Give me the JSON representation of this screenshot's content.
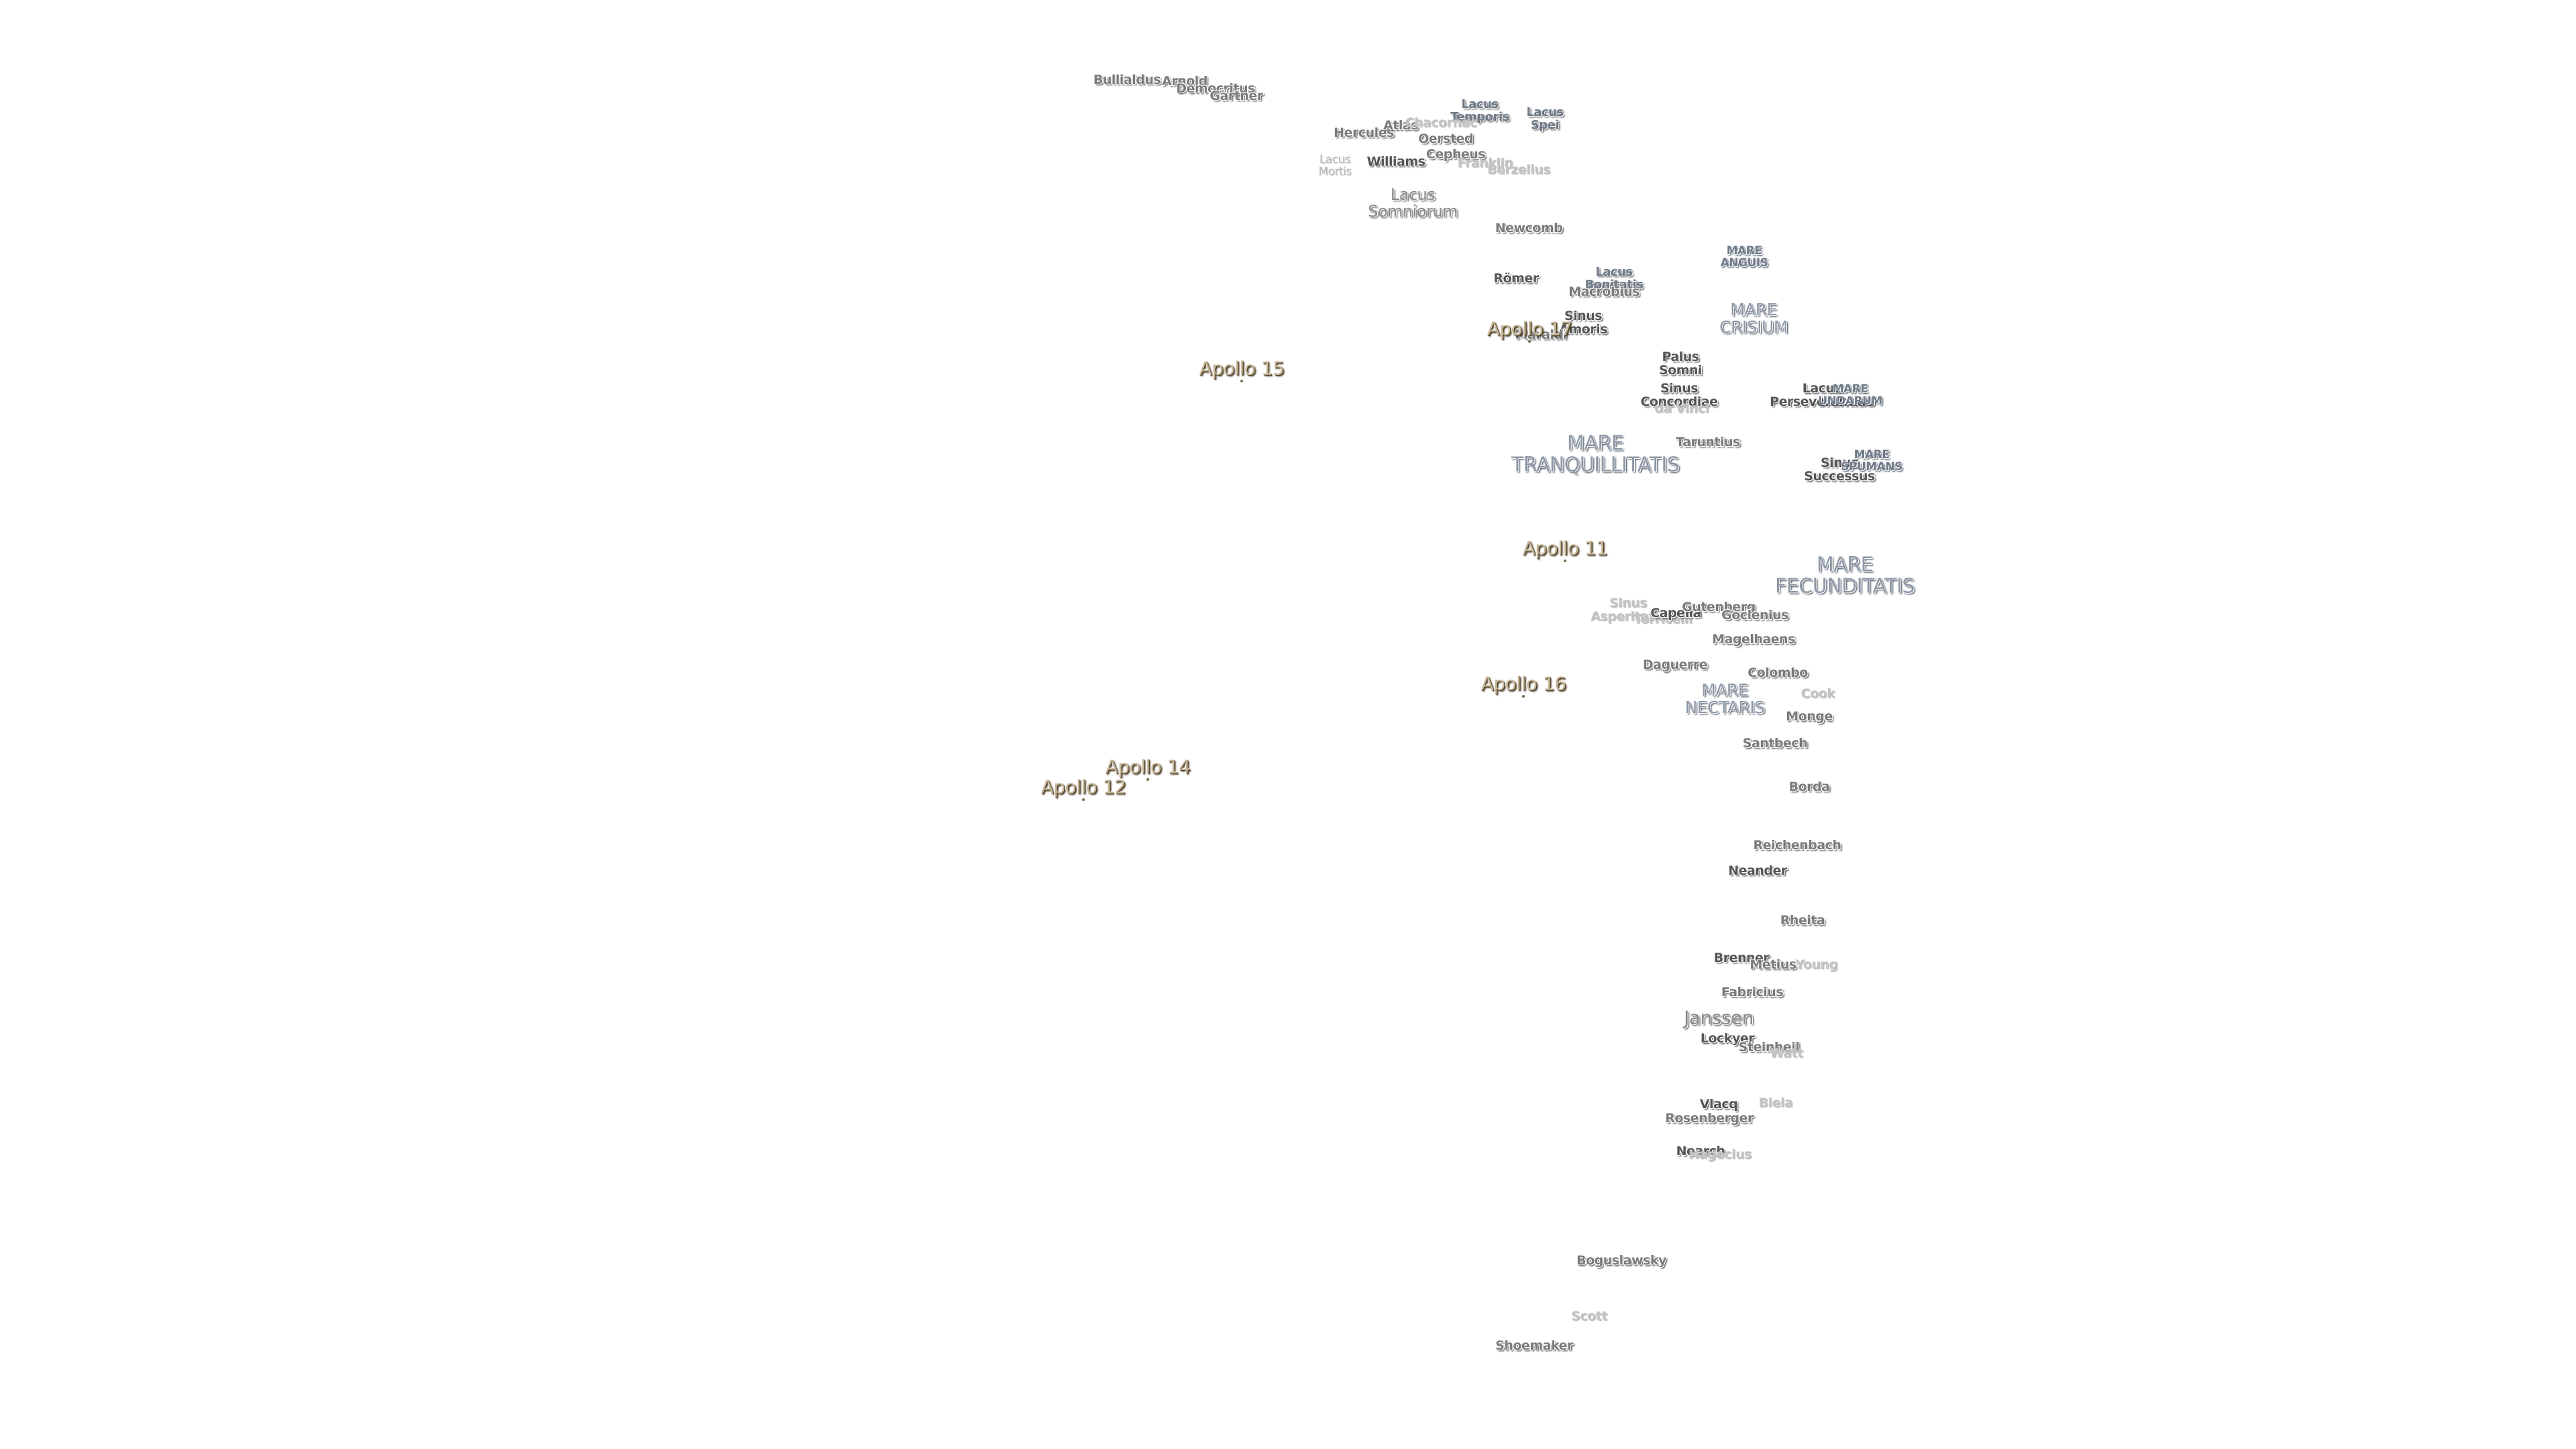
{
  "labels": {
    "bullialdus": "Bullialdus",
    "arnold": "Arnold",
    "democritus": "Democritus",
    "gartner": "Gärtner",
    "lacus_temporis": "Lacus\nTemporis",
    "lacus_spei": "Lacus\nSpei",
    "hercules": "Hercules",
    "atlas": "Atlas",
    "chacornac": "Chacornac",
    "oersted": "Oersted",
    "cepheus": "Cepheus",
    "franklin": "Franklin",
    "berzelius": "Berzelius",
    "lacus_mortis": "Lacus\nMortis",
    "williams": "Williams",
    "lacus_somniorum": "Lacus\nSomniorum",
    "newcomb": "Newcomb",
    "mare_anguis": "MARE\nANGUIS",
    "romer": "Römer",
    "lacus_bonitatis": "Lacus\nBonitatis",
    "macrobius": "Macrobius",
    "mare_crisium": "MARE\nCRISIUM",
    "sinus_amoris": "Sinus\nAmoris",
    "maraldi": "Maraldi",
    "palus_somni": "Palus\nSomni",
    "sinus_concordiae": "Sinus\nConcordiae",
    "da_vinci": "da Vinci",
    "lacus_perseverantiae": "Lacus\nPerseverantiae",
    "mare_undarum": "MARE\nUNDARUM",
    "taruntius": "Taruntius",
    "mare_tranquillitatis": "MARE\nTRANQUILLITATIS",
    "sinus_successus": "Sinus\nSuccessus",
    "mare_spumans": "MARE\nSPUMANS",
    "mare_fecunditatis": "MARE\nFECUNDITATIS",
    "sinus_asperitatis": "Sinus\nAsperitatis",
    "torricelli": "Torricelli",
    "capella": "Capella",
    "gutenberg": "Gutenberg",
    "goclenius": "Goclenius",
    "magelhaens": "Magelhaens",
    "daguerre": "Daguerre",
    "colombo": "Colombo",
    "cook": "Cook",
    "mare_nectaris": "MARE\nNECTARIS",
    "monge": "Monge",
    "santbech": "Santbech",
    "borda": "Borda",
    "reichenbach": "Reichenbach",
    "neander": "Neander",
    "rheita": "Rheita",
    "brenner": "Brenner",
    "metius": "Metius",
    "young": "Young",
    "fabricius": "Fabricius",
    "janssen": "Janssen",
    "lockyer": "Lockyer",
    "steinheil": "Steinheil",
    "watt": "Watt",
    "vlacq": "Vlacq",
    "rosenberger": "Rosenberger",
    "biela": "Biela",
    "nearch": "Nearch",
    "hagecius": "Hagecius",
    "boguslawsky": "Boguslawsky",
    "scott": "Scott",
    "shoemaker": "Shoemaker"
  },
  "apollo": {
    "a15": "Apollo 15",
    "a17": "Apollo 17",
    "a11": "Apollo 11",
    "a16": "Apollo 16",
    "a14": "Apollo 14",
    "a12": "Apollo 12"
  },
  "colors": {
    "background": "#ffffff",
    "crater": "#7b7b7b",
    "mare": "#8e98a6",
    "apollo": "#c6b69a"
  }
}
